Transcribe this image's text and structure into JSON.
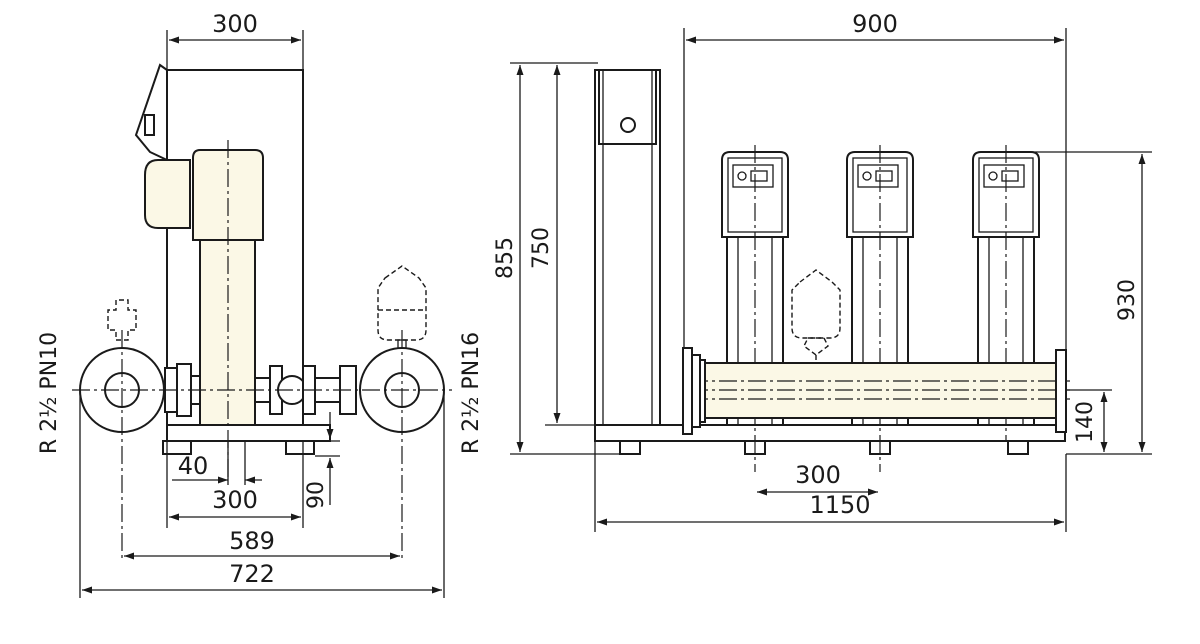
{
  "drawing": {
    "side_view": {
      "top_width": "300",
      "base_width": "300",
      "offset_40": "40",
      "height_90": "90",
      "flange_span": "589",
      "overall_width": "722",
      "inlet_label": "R 2½ PN10",
      "outlet_label": "R 2½ PN16"
    },
    "front_view": {
      "top_width": "900",
      "height_855": "855",
      "height_750": "750",
      "height_930": "930",
      "height_140": "140",
      "pump_spacing": "300",
      "overall_length": "1150"
    }
  }
}
